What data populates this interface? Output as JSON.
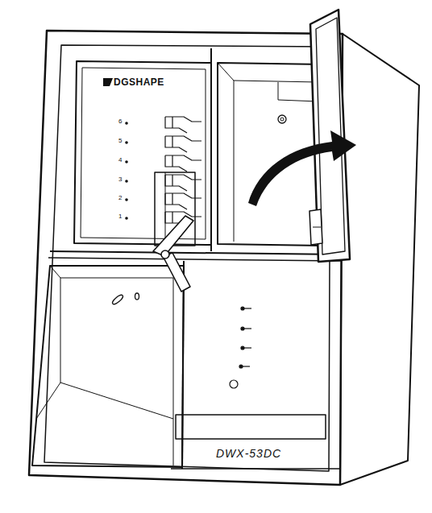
{
  "diagram": {
    "labels": [
      "DGSHAPE",
      "6",
      "5",
      "4",
      "3",
      "2",
      "1",
      "DWX-53DC"
    ]
  }
}
